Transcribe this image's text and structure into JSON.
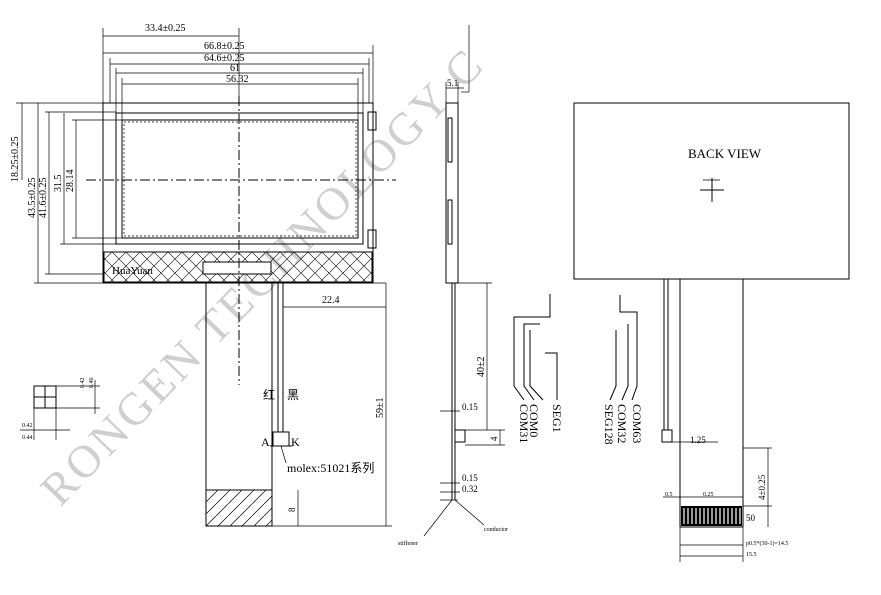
{
  "watermark": "RONGEN TECHNOLOGY C",
  "front": {
    "dims": {
      "w1": "33.4±0.25",
      "w2": "66.8±0.25",
      "w3": "64.6±0.25",
      "w4": "61",
      "w5": "56.32",
      "h1": "18.25±0.25",
      "h2": "43.5±0.25",
      "h3": "41.6±0.25",
      "h4": "31.5",
      "h5": "28.14",
      "cable_offset": "22.4",
      "tail": "59±1",
      "stiff_len": "8"
    },
    "brand": "HuaYuan",
    "wire_red": "红",
    "wire_black": "黑",
    "pin_a": "A",
    "pin_k": "K",
    "connector_note": "molex:51021系列",
    "pad": {
      "a": "0.42",
      "b": "0.46",
      "c": "0.42",
      "d": "0.44"
    }
  },
  "side": {
    "thickness": "5.1",
    "cable_len": "40±2",
    "t1": "0.15",
    "t2": "4",
    "t3": "0.15",
    "t4": "0.32",
    "stiffener": "stiffener",
    "conductor": "conductor"
  },
  "pins": {
    "com31": "COM31",
    "com0": "COM0",
    "seg1": "SEG1",
    "seg128": "SEG128",
    "com32": "COM32",
    "com63": "COM63"
  },
  "back": {
    "label": "BACK VIEW",
    "d1": "1.25",
    "d2": "4±0.25",
    "d3": "0.5",
    "d4": "0.25",
    "d5": "50",
    "d6": "p0.5*(30-1)=14.5",
    "d7": "15.5"
  }
}
